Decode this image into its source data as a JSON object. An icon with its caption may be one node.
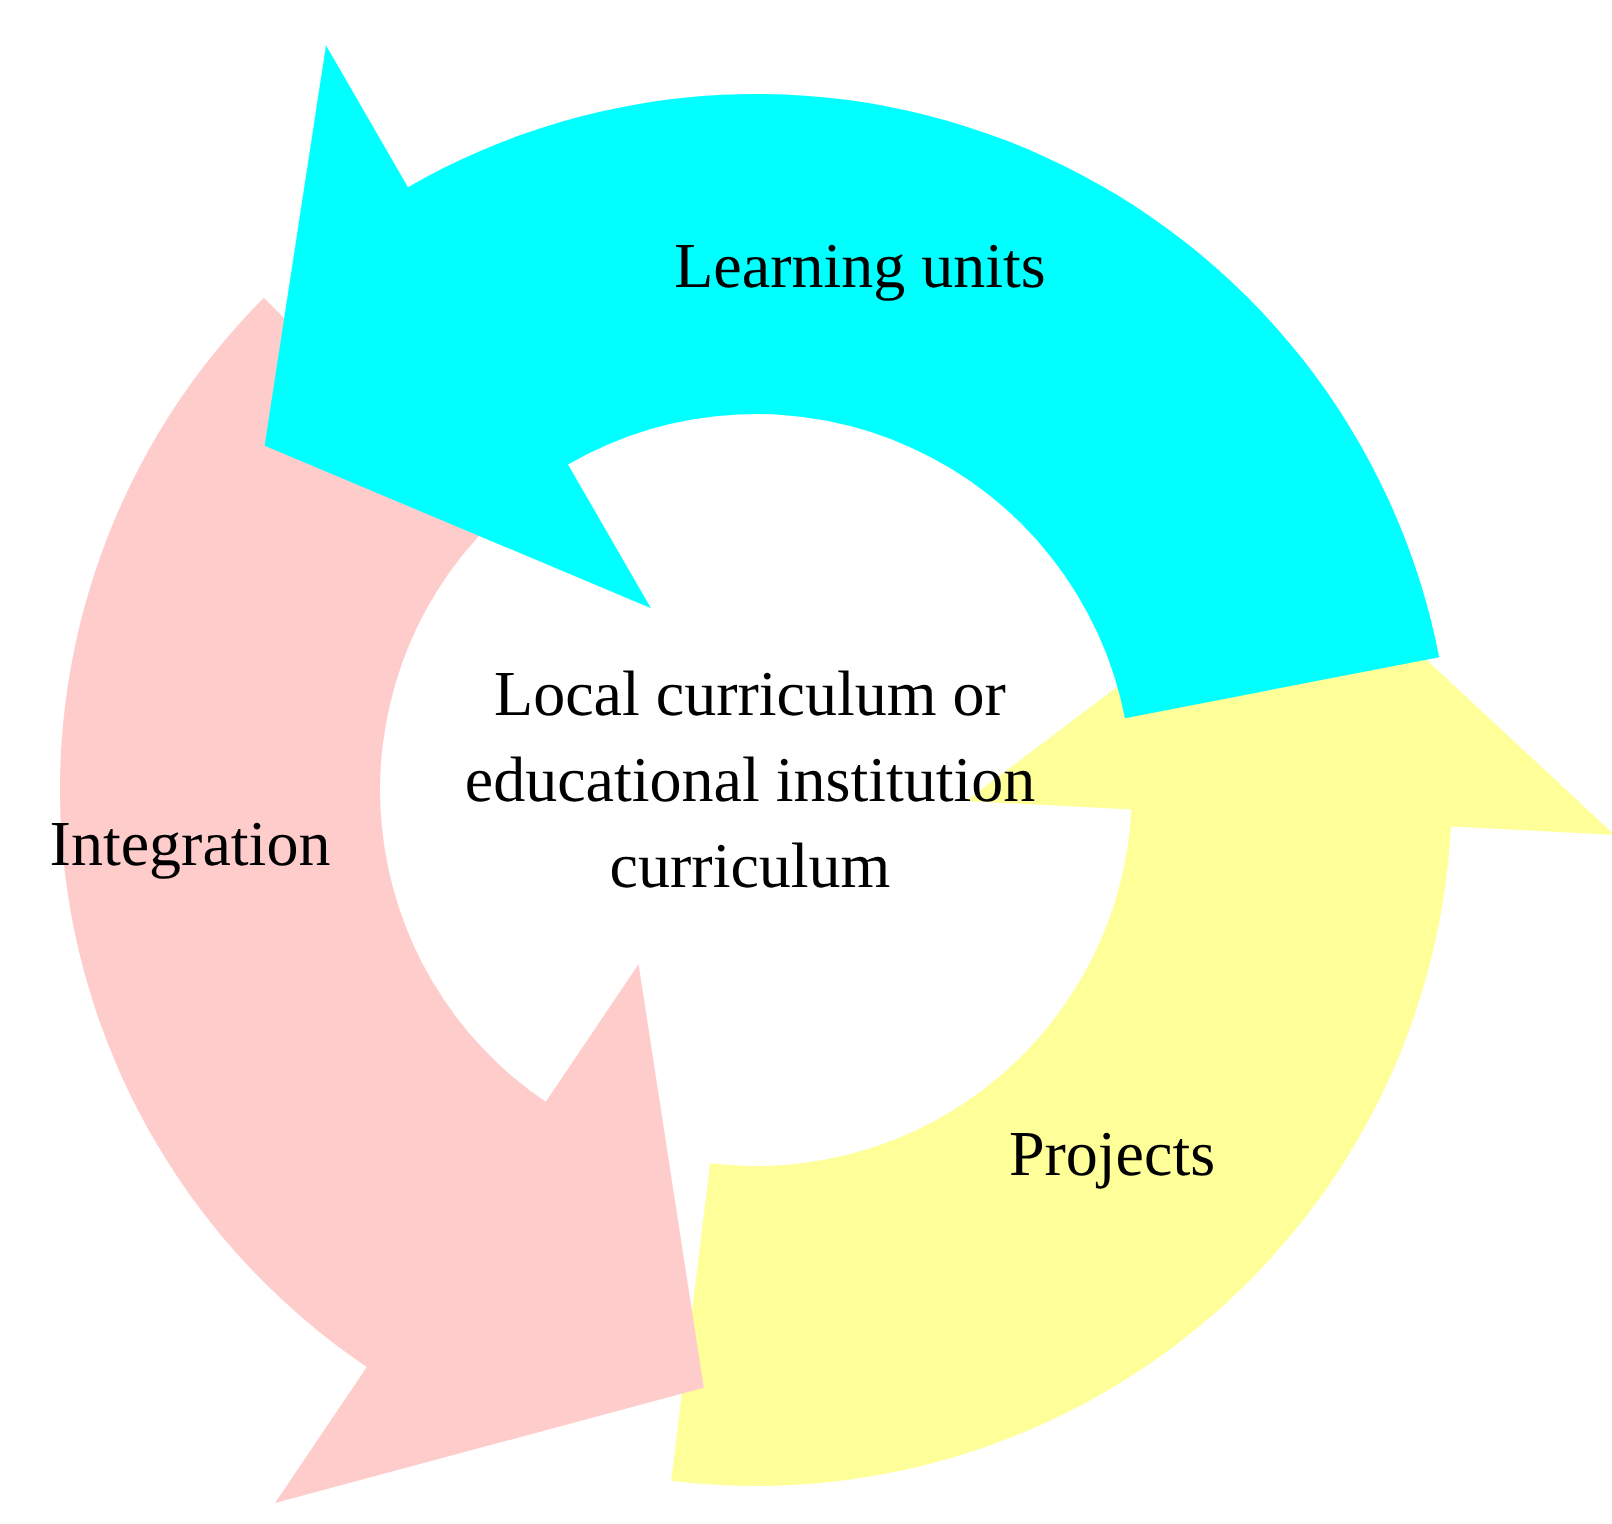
{
  "diagram": {
    "nodes": [
      {
        "text": [
          "Learning units"
        ]
      },
      {
        "text": [
          "Local curriculum or educational institution curriculum"
        ]
      },
      {
        "text": [
          "Integration"
        ]
      },
      {
        "text": [
          "Projects"
        ]
      }
    ]
  }
}
